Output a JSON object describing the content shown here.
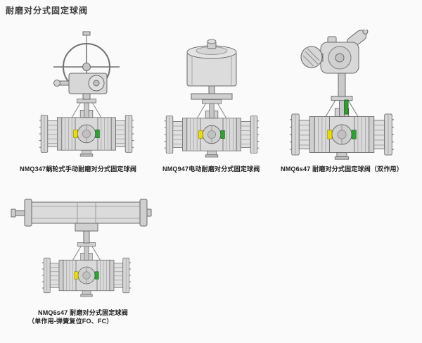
{
  "page": {
    "title": "耐磨对分式固定球阀"
  },
  "colors": {
    "seat_yellow": "#e8df00",
    "seat_green": "#2fa32f"
  },
  "figures": [
    {
      "model": "NMQ347",
      "caption": "NMQ347蜗轮式手动耐磨对分式固定球阀"
    },
    {
      "model": "NMQ947",
      "caption": "NMQ947电动耐磨对分式固定球阀"
    },
    {
      "model": "NMQ6s47",
      "caption": "NMQ6s47 耐磨对分式固定球阀（双作用）"
    },
    {
      "model": "NMQ6s47",
      "caption": "NMQ6s47 耐磨对分式固定球阀",
      "caption_line2": "（单作用-弹簧复位FO、FC）"
    }
  ]
}
